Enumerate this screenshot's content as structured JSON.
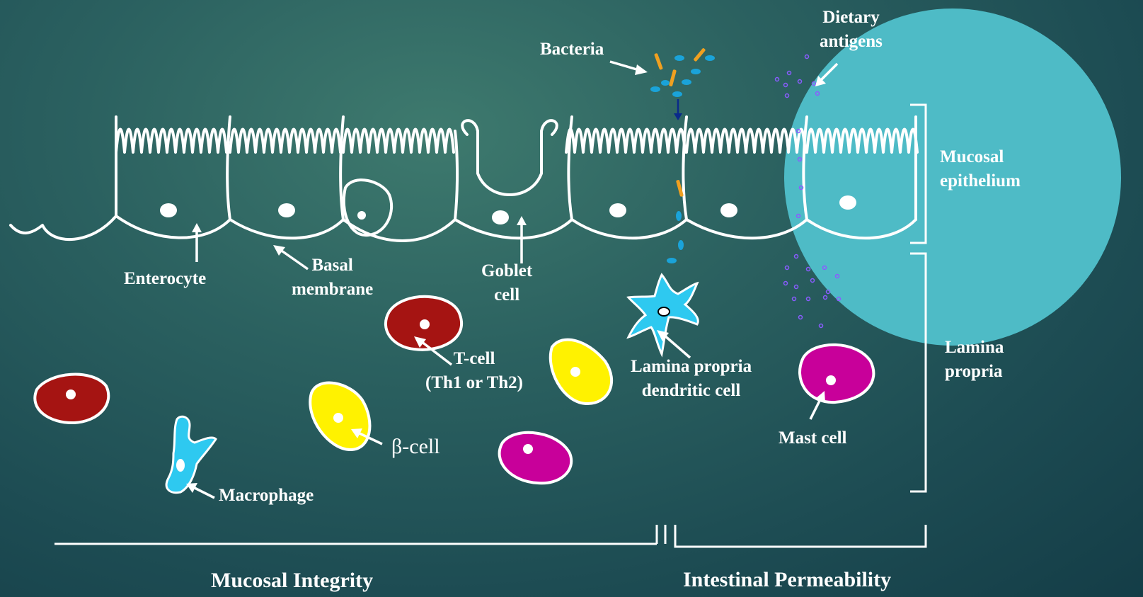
{
  "labels": {
    "bacteria": "Bacteria",
    "dietary_antigens": "Dietary\nantigens",
    "mucosal_epithelium": "Mucosal\nepithelium",
    "lamina_propria": "Lamina\npropria",
    "enterocyte": "Enterocyte",
    "basal_membrane": "Basal\nmembrane",
    "goblet_cell": "Goblet\ncell",
    "t_cell": "T-cell\n(Th1 or Th2)",
    "dendritic_cell": "Lamina propria\ndendritic cell",
    "beta_cell": "β-cell",
    "macrophage": "Macrophage",
    "mast_cell": "Mast cell",
    "mucosal_integrity": "Mucosal Integrity",
    "intestinal_permeability": "Intestinal Permeability"
  },
  "colors": {
    "t_cell": "#a51412",
    "beta_cell": "#fff200",
    "mast_cell": "#c8009a",
    "dendritic_cell": "#2ec9f0",
    "highlight_circle": "#4ebbc6",
    "bacteria_rod": "#f0a020",
    "bacteria_coccus": "#1aa3d9",
    "antigen_dot": "#8a5cff"
  }
}
